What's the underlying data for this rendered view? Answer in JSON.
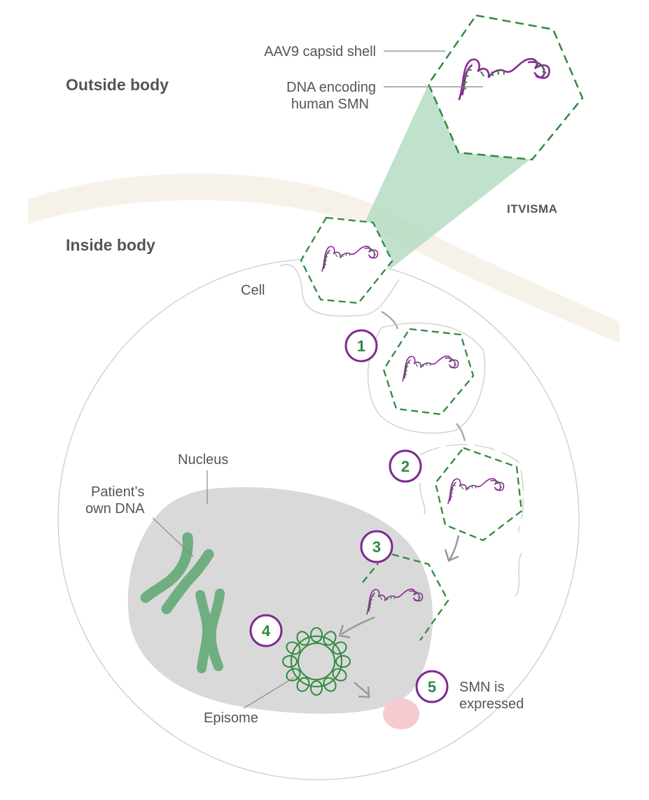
{
  "headings": {
    "outside": "Outside body",
    "inside": "Inside body"
  },
  "labels": {
    "capsid": "AAV9 capsid shell",
    "dna_line1": "DNA encoding",
    "dna_line2": "human SMN",
    "product": "ITVISMA",
    "cell": "Cell",
    "nucleus": "Nucleus",
    "patient_line1": "Patient’s",
    "patient_line2": "own DNA",
    "episome": "Episome",
    "smn_line1": "SMN is",
    "smn_line2": "expressed"
  },
  "steps": [
    "1",
    "2",
    "3",
    "4",
    "5"
  ],
  "colors": {
    "capsid_green": "#2e8b3e",
    "dna_purple": "#8b2a97",
    "step_ring": "#7d2a8f",
    "chromosome_green": "#6fae80",
    "nucleus_gray": "#d9d9d9",
    "skin_band": "#f7f2e9",
    "beam_green": "#b5dcc2",
    "protein_pink": "#f7c9d0"
  }
}
